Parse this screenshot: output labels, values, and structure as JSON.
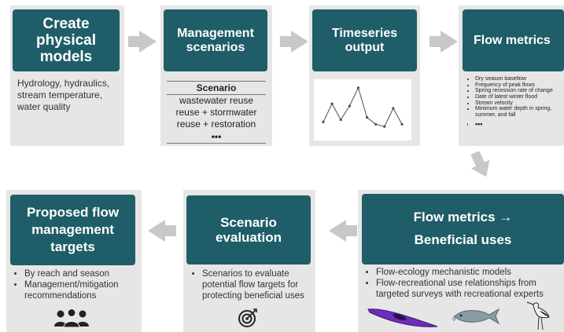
{
  "top_row": {
    "create": {
      "title": "Create physical models",
      "description": "Hydrology, hydraulics, stream temperature, water quality"
    },
    "management": {
      "title": "Management scenarios",
      "table_header": "Scenario",
      "rows": [
        "wastewater reuse",
        "reuse + stormwater",
        "reuse + restoration"
      ],
      "ellipsis": "•••"
    },
    "timeseries": {
      "title": "Timeseries output"
    },
    "flow_metrics": {
      "title": "Flow metrics",
      "items": [
        "Dry season baseflow",
        "Frequency of peak flows",
        "Spring recession rate of change",
        "Date of latest winter flood",
        "Stream velocity",
        "Minimum water depth in spring, summer, and fall"
      ],
      "ellipsis": "•••"
    }
  },
  "bottom_row": {
    "beneficial": {
      "title_line1": "Flow metrics →",
      "title_line2": "Beneficial uses",
      "items": [
        "Flow-ecology mechanistic models",
        "Flow-recreational use relationships from targeted surveys with recreational experts"
      ]
    },
    "evaluation": {
      "title": "Scenario evaluation",
      "items": [
        "Scenarios to evaluate potential flow targets for protecting beneficial uses"
      ]
    },
    "proposed": {
      "title": "Proposed flow management targets",
      "items": [
        "By reach and season",
        "Management/mitigation recommendations"
      ]
    }
  },
  "chart_data": {
    "type": "line",
    "x": [
      1,
      2,
      3,
      4,
      5,
      6,
      7,
      8,
      9,
      10
    ],
    "y": [
      2,
      6,
      2.5,
      5.5,
      9.5,
      3,
      1.5,
      1,
      5,
      1.5
    ],
    "title": "",
    "xlabel": "",
    "ylabel": "",
    "ylim": [
      0,
      10
    ],
    "grid": false,
    "color": "#4d4d4d"
  },
  "colors": {
    "header": "#1f5d68",
    "panel": "#e6e6e6",
    "arrow": "#c8c8c8",
    "kayak": "#6a2fb8"
  },
  "icons": {
    "people": "people-group-icon",
    "target": "target-icon",
    "kayak": "kayak-icon",
    "fish": "fish-icon",
    "bird": "wading-bird-icon"
  }
}
